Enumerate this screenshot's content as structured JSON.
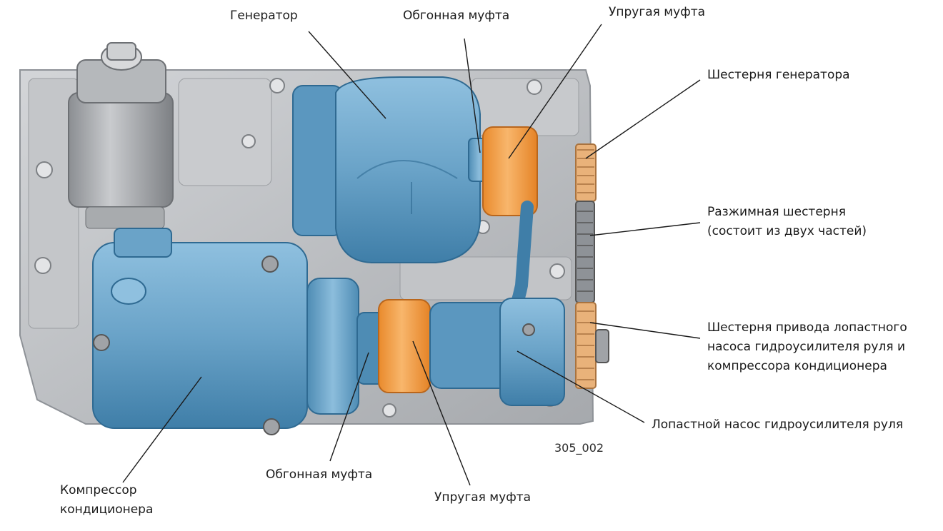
{
  "figure_number": "305_002",
  "colors": {
    "background": "#ffffff",
    "engine_block": "#b9bcc0",
    "engine_block_dark": "#8e9297",
    "unit_blue": "#6aa3c8",
    "unit_blue_dark": "#3f7ea8",
    "coupling_orange": "#f4a24a",
    "gear_tan": "#e9b27a",
    "leader_line": "#1a1a1a",
    "text": "#1a1a1a"
  },
  "labels": {
    "generator": [
      "Генератор"
    ],
    "overrun_clutch_top": [
      "Обгонная муфта"
    ],
    "elastic_coupling_top": [
      "Упругая муфта"
    ],
    "generator_gear": [
      "Шестерня генератора"
    ],
    "split_gear": [
      "Разжимная шестерня",
      "(состоит из двух частей)"
    ],
    "pump_compressor_gear": [
      "Шестерня привода лопастного",
      "насоса гидроусилителя руля и",
      "компрессора кондиционера"
    ],
    "vane_pump": [
      "Лопастной насос гидроусилителя руля"
    ],
    "ac_compressor": [
      "Компрессор",
      "кондиционера"
    ],
    "overrun_clutch_bottom": [
      "Обгонная муфта"
    ],
    "elastic_coupling_bottom": [
      "Упругая муфта"
    ]
  }
}
